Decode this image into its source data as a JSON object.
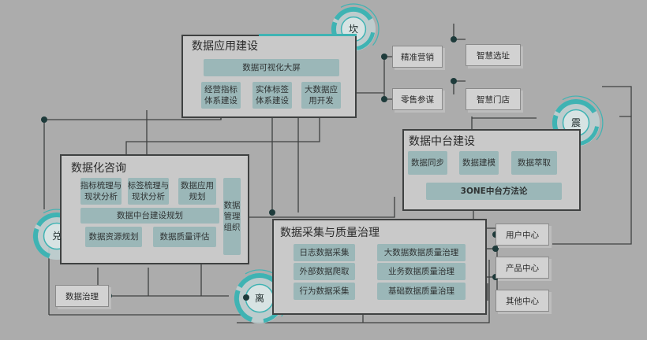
{
  "colors": {
    "background": "#acacac",
    "panel": "#c9c9c9",
    "box": "#9bb7b8",
    "teal": "#3fb3b3",
    "line": "#3f4141"
  },
  "hubs": {
    "kan": "坎",
    "zhen": "震",
    "dui": "兑",
    "li": "离"
  },
  "app_build": {
    "title": "数据应用建设",
    "wide": "数据可视化大屏",
    "items": [
      "经营指标\n体系建设",
      "实体标签\n体系建设",
      "大数据应\n用开发"
    ]
  },
  "middle_platform": {
    "title": "数据中台建设",
    "items": [
      "数据同步",
      "数据建模",
      "数据萃取"
    ],
    "method": "3ONE中台方法论"
  },
  "consulting": {
    "title": "数据化咨询",
    "row1": [
      "指标梳理与\n现状分析",
      "标签梳理与\n现状分析",
      "数据应用\n规划"
    ],
    "mgmt": "数据\n管理\n组织",
    "plan": "数据中台建设规划",
    "row3": [
      "数据资源规划",
      "数据质量评估"
    ]
  },
  "collection": {
    "title": "数据采集与质量治理",
    "left": [
      "日志数据采集",
      "外部数据爬取",
      "行为数据采集"
    ],
    "right": [
      "大数据数据质量治理",
      "业务数据质量治理",
      "基础数据质量治理"
    ]
  },
  "side_items": {
    "precision_marketing": "精准营销",
    "smart_site": "智慧选址",
    "retail_insight": "零售参谋",
    "smart_store": "智慧门店",
    "user_center": "用户中心",
    "product_center": "产品中心",
    "other_center": "其他中心",
    "data_governance": "数据治理"
  }
}
